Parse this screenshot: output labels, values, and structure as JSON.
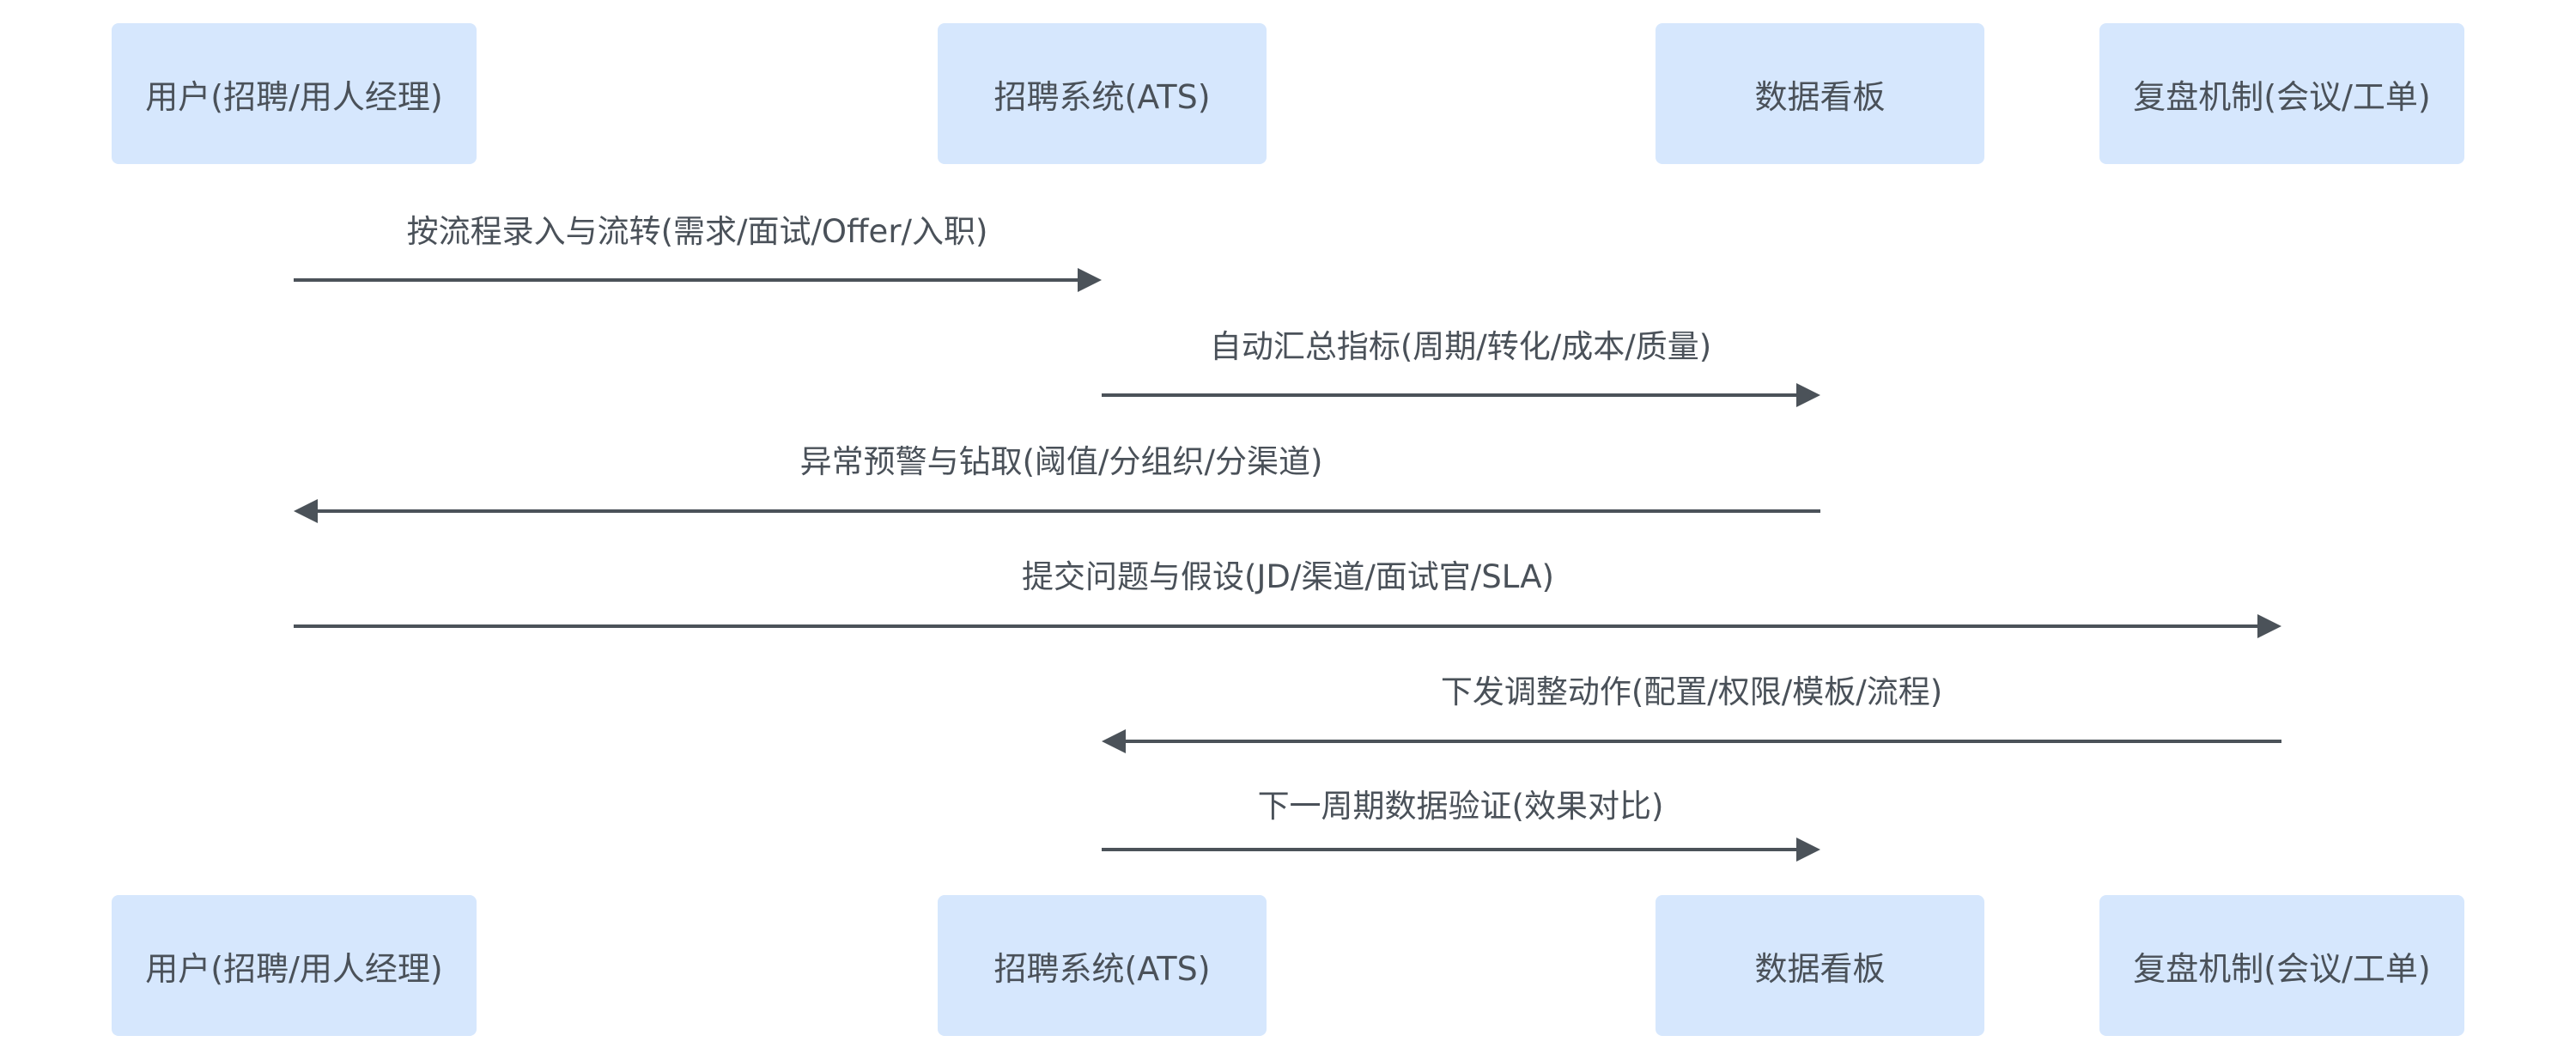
{
  "participants": [
    {
      "id": "user",
      "label": "用户(招聘/用人经理)"
    },
    {
      "id": "ats",
      "label": "招聘系统(ATS)"
    },
    {
      "id": "dashboard",
      "label": "数据看板"
    },
    {
      "id": "review",
      "label": "复盘机制(会议/工单)"
    }
  ],
  "messages": [
    {
      "from": 0,
      "to": 1,
      "label": "按流程录入与流转(需求/面试/Offer/入职)"
    },
    {
      "from": 1,
      "to": 2,
      "label": "自动汇总指标(周期/转化/成本/质量)"
    },
    {
      "from": 2,
      "to": 0,
      "label": "异常预警与钻取(阈值/分组织/分渠道)"
    },
    {
      "from": 0,
      "to": 3,
      "label": "提交问题与假设(JD/渠道/面试官/SLA)"
    },
    {
      "from": 3,
      "to": 1,
      "label": "下发调整动作(配置/权限/模板/流程)"
    },
    {
      "from": 1,
      "to": 2,
      "label": "下一周期数据验证(效果对比)"
    }
  ],
  "colors": {
    "actor_fill": "#d6e7fd",
    "line": "#4b5259",
    "text": "#4a5159"
  }
}
